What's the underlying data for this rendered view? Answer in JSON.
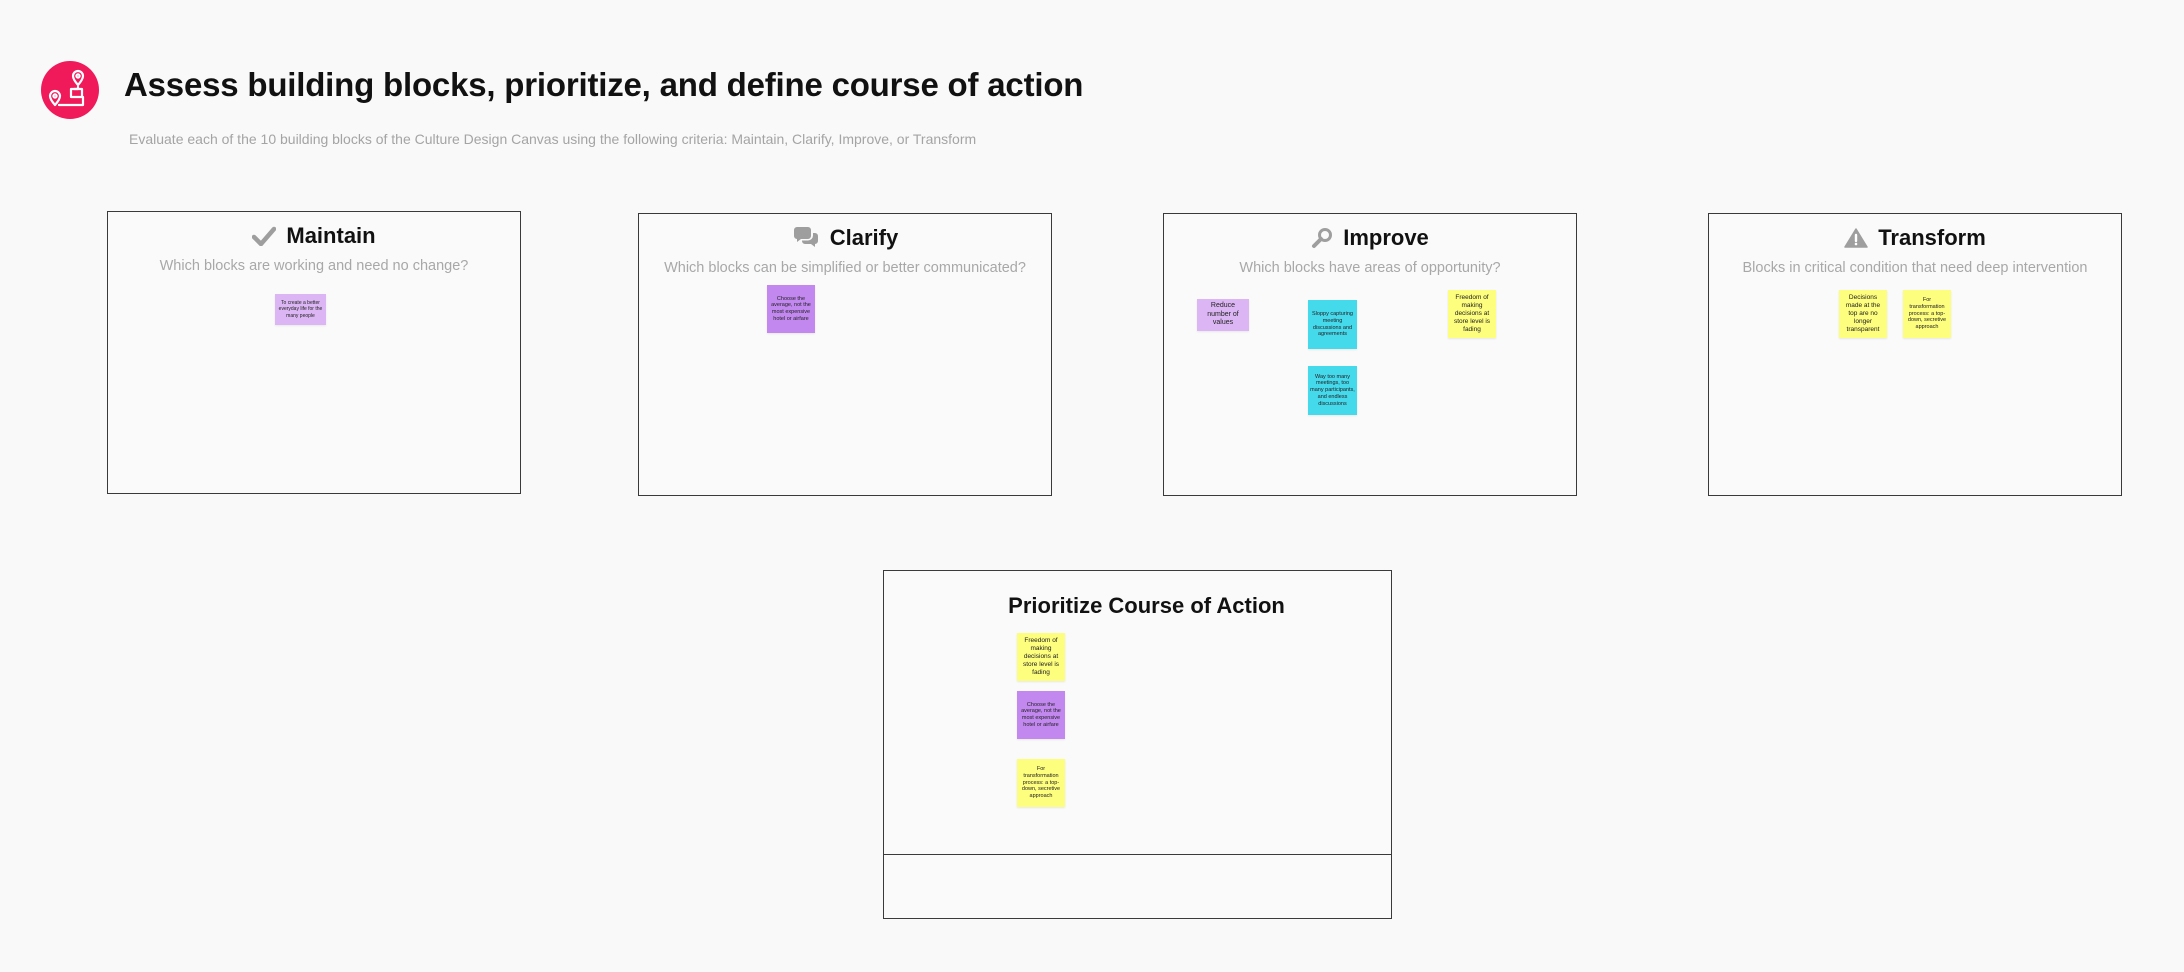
{
  "header": {
    "title": "Assess building blocks, prioritize, and define course of action",
    "subtitle": "Evaluate each of the 10 building blocks of the Culture Design Canvas using the following criteria: Maintain, Clarify, Improve, or Transform",
    "logo_icon": "map-route-icon",
    "accent_color": "#f0195a"
  },
  "frames": {
    "maintain": {
      "icon": "checkmark-icon",
      "title": "Maintain",
      "question": "Which blocks are working and need no change?",
      "stickies": [
        "To create a better everyday life for the many people"
      ]
    },
    "clarify": {
      "icon": "chat-bubbles-icon",
      "title": "Clarify",
      "question": "Which blocks can be simplified or better communicated?",
      "stickies": [
        "Choose the average, not the most expensive hotel or airfare"
      ]
    },
    "improve": {
      "icon": "magnifier-icon",
      "title": "Improve",
      "question": "Which blocks have areas of opportunity?",
      "stickies": [
        "Reduce number of values",
        "Sloppy capturing meeting discussions and agreements",
        "Freedom of making decisions at store level is fading",
        "Way too many meetings, too many participants, and endless discussions"
      ]
    },
    "transform": {
      "icon": "warning-icon",
      "title": "Transform",
      "question": "Blocks in critical condition that need deep intervention",
      "stickies": [
        "Decisions made at the top are no longer transparent",
        "For transformation process: a top-down, secretive approach"
      ]
    }
  },
  "prioritize": {
    "title": "Prioritize Course of Action",
    "stickies": [
      "Freedom of making decisions at store level is fading",
      "Choose the average, not the most expensive hotel or airfare",
      "For transformation process: a top-down, secretive approach"
    ]
  },
  "colors": {
    "sticky_yellow": "#fdfd7e",
    "sticky_purple": "#c288f0",
    "sticky_lilac": "#dcb6f4",
    "sticky_cyan": "#45d9ec"
  }
}
